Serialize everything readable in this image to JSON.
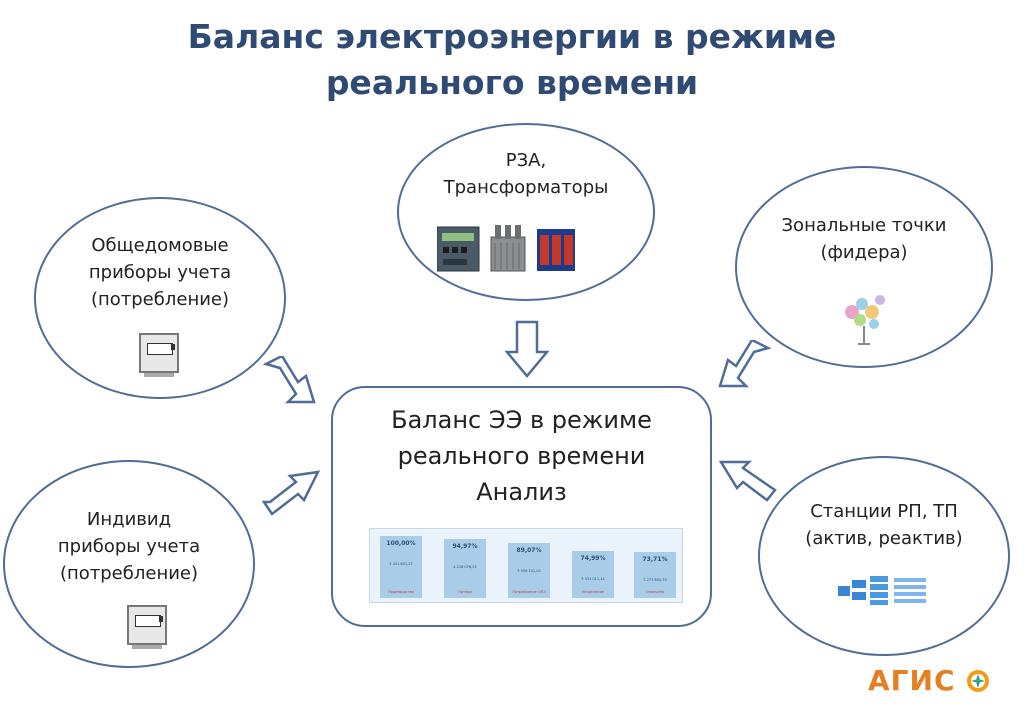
{
  "title": {
    "line1": "Баланс электроэнергии в режиме",
    "line2": "реального времени"
  },
  "nodes": {
    "top": {
      "line1": "РЗА,",
      "line2": "Трансформаторы"
    },
    "top_left": {
      "line1": "Общедомовые",
      "line2": "приборы учета",
      "line3": "(потребление)"
    },
    "top_right": {
      "line1": "Зональные точки",
      "line2": "(фидера)"
    },
    "bottom_left": {
      "line1": "Индивид",
      "line2": "приборы учета",
      "line3": "(потребление)"
    },
    "bottom_right": {
      "line1": "Станции РП, ТП",
      "line2": "(актив, реактив)"
    }
  },
  "center": {
    "line1": "Баланс ЭЭ в режиме",
    "line2": "реального времени",
    "line3": "Анализ"
  },
  "thumbnail": {
    "bars": [
      {
        "pct": "100,00%",
        "level": 1.0,
        "val": "4 441 601,27",
        "cat": "Производство"
      },
      {
        "pct": "94,97%",
        "level": 0.95,
        "val": "4 218 076,25",
        "cat": "Потери"
      },
      {
        "pct": "89,07%",
        "level": 0.89,
        "val": "3 956 101,02",
        "cat": "Потребление ОПЭ"
      },
      {
        "pct": "74,99%",
        "level": 0.75,
        "val": "3 331 011,14",
        "cat": "Начисление"
      },
      {
        "pct": "73,71%",
        "level": 0.74,
        "val": "3 273 850,33",
        "cat": "Оплачено"
      }
    ]
  },
  "logo": {
    "text": "АГИС"
  },
  "colors": {
    "title": "#2f4a73",
    "outline": "#4f6d96",
    "bar": "#a9cde8",
    "logo_a": "#e67e22",
    "logo_g": "#27ae60",
    "logo_i": "#2980b9",
    "logo_s": "#8e44ad"
  }
}
